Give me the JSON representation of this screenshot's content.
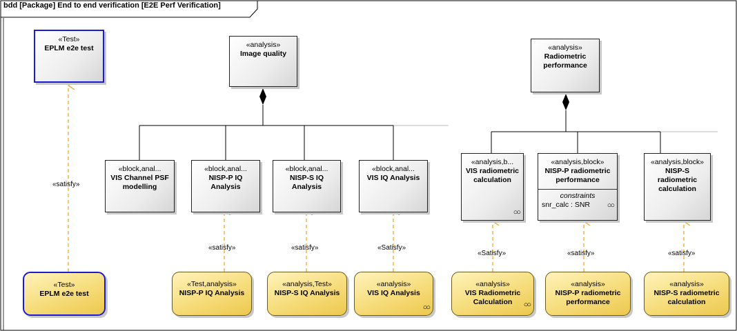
{
  "frame": {
    "title": "bdd [Package] End to end verification [E2E Perf Verification]"
  },
  "labels": {
    "satisfy": "«satisfy»",
    "satisfy_cap": "«Satisfy»"
  },
  "nodes": {
    "test_top": {
      "stereo": "«Test»",
      "name": "EPLM e2e test"
    },
    "image_quality": {
      "stereo": "«analysis»",
      "name": "Image quality"
    },
    "radiometric_perf": {
      "stereo": "«analysis»",
      "name1": "Radiometric",
      "name2": "performance"
    },
    "vis_psf": {
      "stereo": "«block,anal...",
      "name1": "VIS Channel PSF",
      "name2": "modelling"
    },
    "nispp_iq": {
      "stereo": "«block,anal...",
      "name1": "NISP-P IQ",
      "name2": "Analysis"
    },
    "nisps_iq": {
      "stereo": "«block,anal...",
      "name1": "NISP-S IQ",
      "name2": "Analysis"
    },
    "vis_iq": {
      "stereo": "«block,anal...",
      "name1": "VIS IQ Analysis"
    },
    "vis_radcalc": {
      "stereo": "«analysis,b...",
      "name1": "VIS radiometric",
      "name2": "calculation"
    },
    "nispp_radperf": {
      "stereo": "«analysis,block»",
      "name1": "NISP-P radiometric",
      "name2": "performance",
      "constraints_head": "constraints",
      "constraint": "snr_calc : SNR"
    },
    "nisps_radcalc": {
      "stereo": "«analysis,block»",
      "name1": "NISP-S",
      "name2": "radiometric",
      "name3": "calculation"
    },
    "test_bottom": {
      "stereo": "«Test»",
      "name": "EPLM e2e test"
    },
    "u_nispp_iq": {
      "stereo": "«Test,analysis»",
      "name1": "NISP-P IQ Analysis"
    },
    "u_nisps_iq": {
      "stereo": "«analysis,Test»",
      "name1": "NISP-S IQ Analysis"
    },
    "u_vis_iq": {
      "stereo": "«analysis»",
      "name1": "VIS IQ Analysis"
    },
    "u_vis_rad": {
      "stereo": "«analysis»",
      "name1": "VIS Radiometric",
      "name2": "Calculation"
    },
    "u_nispp_rad": {
      "stereo": "«analysis»",
      "name1": "NISP-P radiometric",
      "name2": "performance"
    },
    "u_nisps_rad": {
      "stereo": "«analysis»",
      "name1": "NISP-S radiometric",
      "name2": "calculation"
    }
  },
  "icons": {
    "glasses": "glasses-icon",
    "composition": "diamond-icon"
  },
  "colors": {
    "test_border": "#1b1bd6",
    "satisfy_line": "#f5a623",
    "use_fill": "#f6dc7a"
  }
}
